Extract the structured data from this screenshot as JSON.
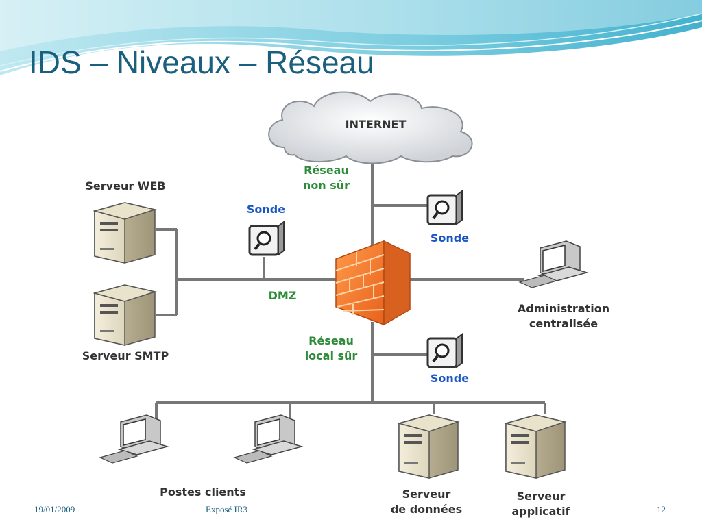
{
  "slide": {
    "title": "IDS – Niveaux – Réseau",
    "footer": {
      "date": "19/01/2009",
      "center": "Exposé IR3",
      "page_number": "12"
    }
  },
  "diagram": {
    "cloud_label": "INTERNET",
    "internet_zone": [
      "Réseau",
      "non sûr"
    ],
    "dmz_label": "DMZ",
    "local_zone": [
      "Réseau",
      "local sûr"
    ],
    "probe_label": "Sonde",
    "web_server": "Serveur WEB",
    "smtp_server": "Serveur SMTP",
    "admin": [
      "Administration",
      "centralisée"
    ],
    "clients": "Postes clients",
    "data_server": [
      "Serveur",
      "de données"
    ],
    "app_server": [
      "Serveur",
      "applicatif"
    ]
  },
  "colors": {
    "title": "#1b5f7f",
    "zone_label": "#2e8b3a",
    "probe_label": "#1a55c4",
    "firewall": "#f07a2c"
  }
}
